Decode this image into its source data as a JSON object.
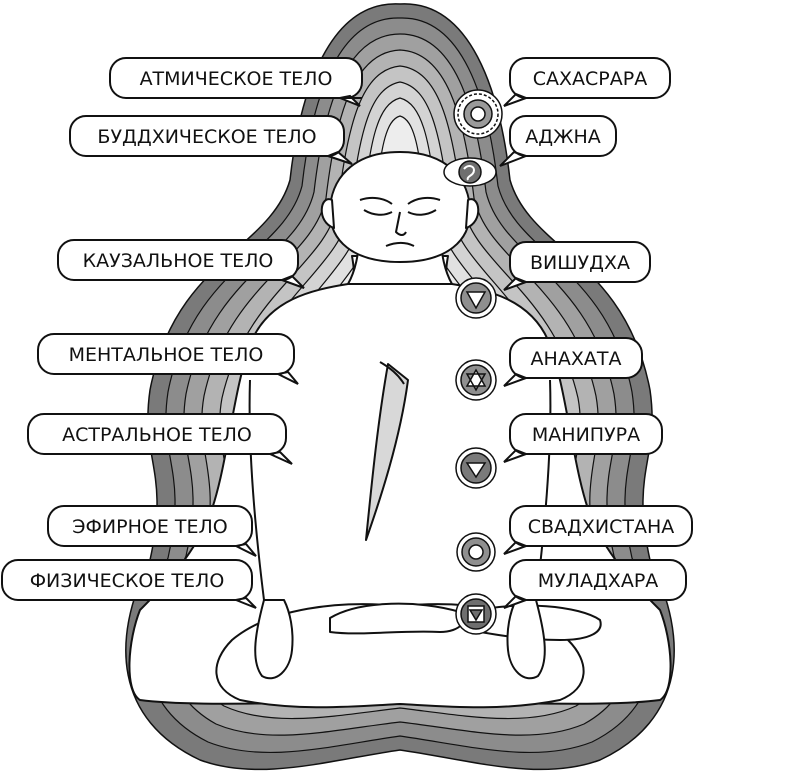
{
  "bodies": [
    "АТМИЧЕСКОЕ ТЕЛО",
    "БУДДХИЧЕСКОЕ ТЕЛО",
    "КАУЗАЛЬНОЕ ТЕЛО",
    "МЕНТАЛЬНОЕ ТЕЛО",
    "АСТРАЛЬНОЕ ТЕЛО",
    "ЭФИРНОЕ ТЕЛО",
    "ФИЗИЧЕСКОЕ ТЕЛО"
  ],
  "chakras": [
    "САХАСРАРА",
    "АДЖНА",
    "ВИШУДХА",
    "АНАХАТА",
    "МАНИПУРА",
    "СВАДХИСТАНА",
    "МУЛАДХАРА"
  ],
  "colors": {
    "aura_layers": [
      "#7a7a7a",
      "#8c8c8c",
      "#a0a0a0",
      "#b3b3b3",
      "#c4c4c4",
      "#d3d3d3",
      "#e1e1e1",
      "#ededed"
    ],
    "body": "#ffffff",
    "outline": "#111111",
    "chakra_fill": "#8f8f8f"
  }
}
